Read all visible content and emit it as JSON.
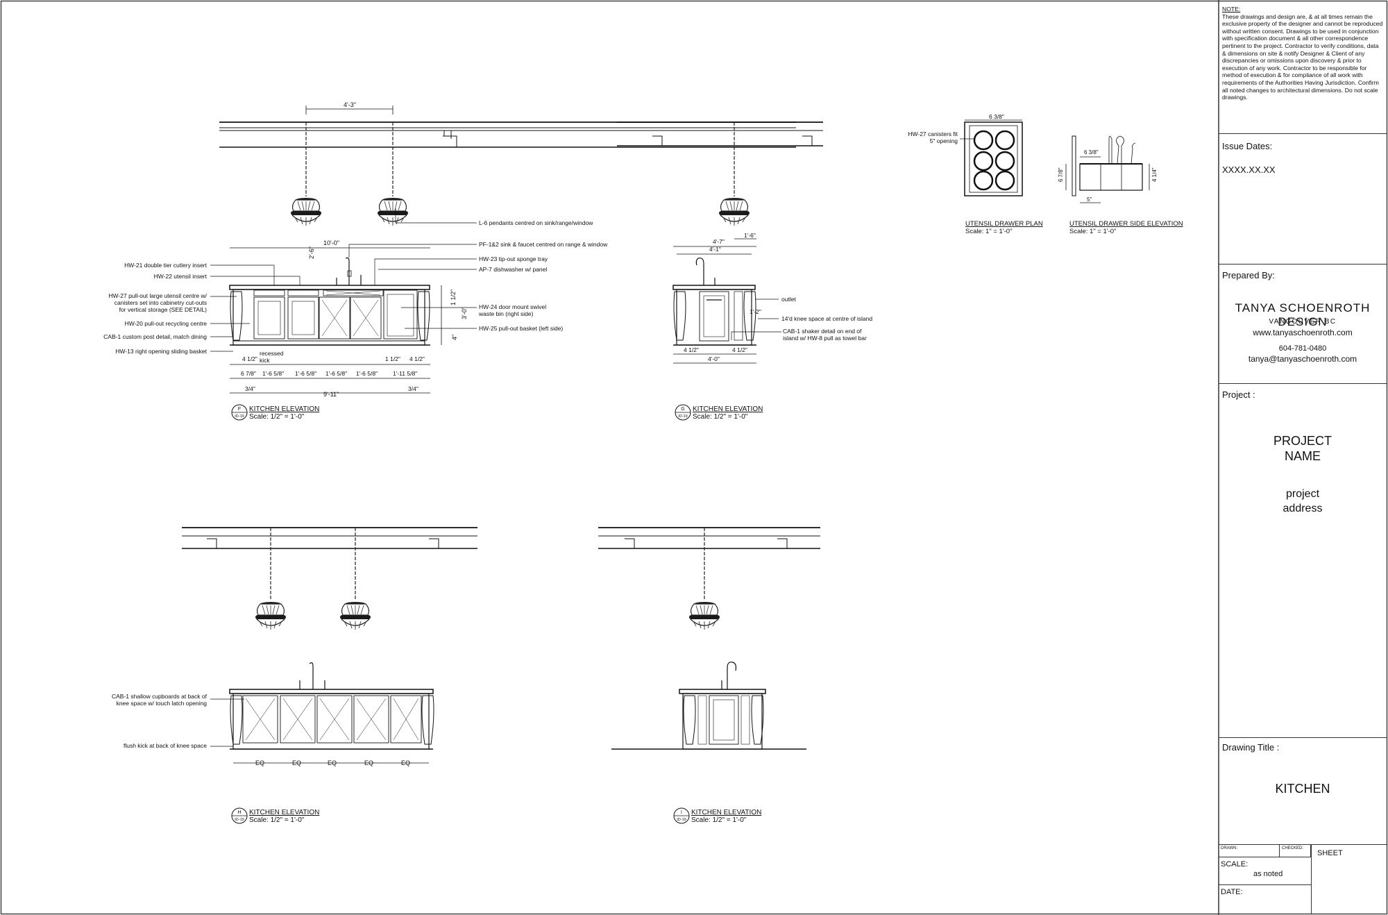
{
  "note": {
    "heading": "NOTE:",
    "text": "These drawings and design are, & at all times remain the exclusive property of the designer and cannot be reproduced without written consent. Drawings to be used in conjunction with specification document & all other correspondence pertinent to the project. Contractor to verify conditions, data & dimensions on site & notify Designer & Client of any discrepancies or omissions upon discovery & prior to execution of any work. Contractor to be responsible for method of execution & for compliance of all work with requirements of the Authorities Having Jurisdiction. Confirm all noted changes to architectural dimensions. Do not scale drawings."
  },
  "issue": {
    "label": "Issue Dates:",
    "value": "XXXX.XX.XX"
  },
  "prepared": {
    "label": "Prepared By:",
    "company": "TANYA SCHOENROTH DESIGN",
    "city": "VANCOUVER BC",
    "web": "www.tanyaschoenroth.com",
    "phone": "604-781-0480",
    "email": "tanya@tanyaschoenroth.com"
  },
  "project": {
    "label": "Project :",
    "name1": "PROJECT",
    "name2": "NAME",
    "addr1": "project",
    "addr2": "address"
  },
  "drawing": {
    "label": "Drawing Title :",
    "title": "KITCHEN"
  },
  "footer": {
    "drawn": "DRAWN:",
    "checked": "CHECKED:",
    "sheet": "SHEET",
    "scale_label": "SCALE:",
    "scale_value": "as noted",
    "date_label": "DATE:"
  },
  "views": {
    "f": {
      "title": "KITCHEN ELEVATION",
      "scale": "Scale: 1/2\" = 1'-0\"",
      "letter": "F",
      "page": "ID-19"
    },
    "g": {
      "title": "KITCHEN ELEVATION",
      "scale": "Scale: 1/2\" = 1'-0\"",
      "letter": "G",
      "page": "ID-19"
    },
    "h": {
      "title": "KITCHEN ELEVATION",
      "scale": "Scale: 1/2\" = 1'-0\"",
      "letter": "H",
      "page": "ID-19"
    },
    "i": {
      "title": "KITCHEN ELEVATION",
      "scale": "Scale: 1/2\" = 1'-0\"",
      "letter": "I",
      "page": "ID-19"
    },
    "plan": {
      "title": "UTENSIL DRAWER PLAN",
      "scale": "Scale: 1\" = 1'-0\""
    },
    "side": {
      "title": "UTENSIL DRAWER SIDE ELEVATION",
      "scale": "Scale: 1\" = 1'-0\""
    }
  },
  "callouts_f_left": [
    "HW-21 double tier cutlery insert",
    "HW-22 utensil insert",
    "HW-27 pull-out large utensil centre w/",
    "canisters set into cabinetry cut-outs",
    "for vertical storage (SEE  DETAIL)",
    "HW-20 pull-out recycling centre",
    "CAB-1 custom post detail, match dining",
    "HW-13 right opening sliding basket"
  ],
  "callouts_f_right": [
    "L-6 pendants centred on sink/range/window",
    "PF-1&2 sink & faucet centred on range & window",
    "HW-23 tip-out sponge tray",
    "AP-7 dishwasher w/ panel",
    "HW-24 door mount swivel",
    "waste bin (right side)",
    "HW-25 pull-out basket (left side)"
  ],
  "dims_f": {
    "pendant_spacing": "4'-3\"",
    "counter": "10'-0\"",
    "drop": "2'-6\"",
    "height": "3'-0\"",
    "top": "1 1/2\"",
    "kick_h": "4\"",
    "left_post": "4 1/2\"",
    "recessed": "recessed",
    "kick": "kick",
    "r1": "1'-6 5/8\"",
    "r2": "1'-6 5/8\"",
    "r3": "1'-6 5/8\"",
    "r4": "1'-6 5/8\"",
    "r5": "1'-11 5/8\"",
    "r_a": "1 1/2\"",
    "r_b": "4 1/2\"",
    "left_a": "6 7/8\"",
    "overhang_l": "3/4\"",
    "overhang_r": "3/4\"",
    "total": "9'-11\""
  },
  "callouts_g": [
    "outlet",
    "14'd knee space at centre of island",
    "CAB-1 shaker detail on end of",
    "island w/ HW-8 pull as towel bar"
  ],
  "dims_g": {
    "w1": "4'-7\"",
    "w2": "1'-6\"",
    "w3": "4'-1\"",
    "knee": "1'-2\"",
    "post_l": "4 1/2\"",
    "post_r": "4 1/2\"",
    "base": "4'-0\""
  },
  "plan_detail": {
    "callout1": "HW-27 canisters fit",
    "callout2": "5\" opening",
    "dim": "6 3/8\""
  },
  "side_detail": {
    "d1": "6 3/8\"",
    "d2": "6 7/8\"",
    "d3": "4 1/4\"",
    "d4": "5\""
  },
  "callouts_h": [
    "CAB-1 shallow cupboards at back of",
    "knee space w/ touch latch opening",
    "flush kick at back of knee space"
  ],
  "eq": [
    "EQ",
    "EQ",
    "EQ",
    "EQ",
    "EQ"
  ]
}
